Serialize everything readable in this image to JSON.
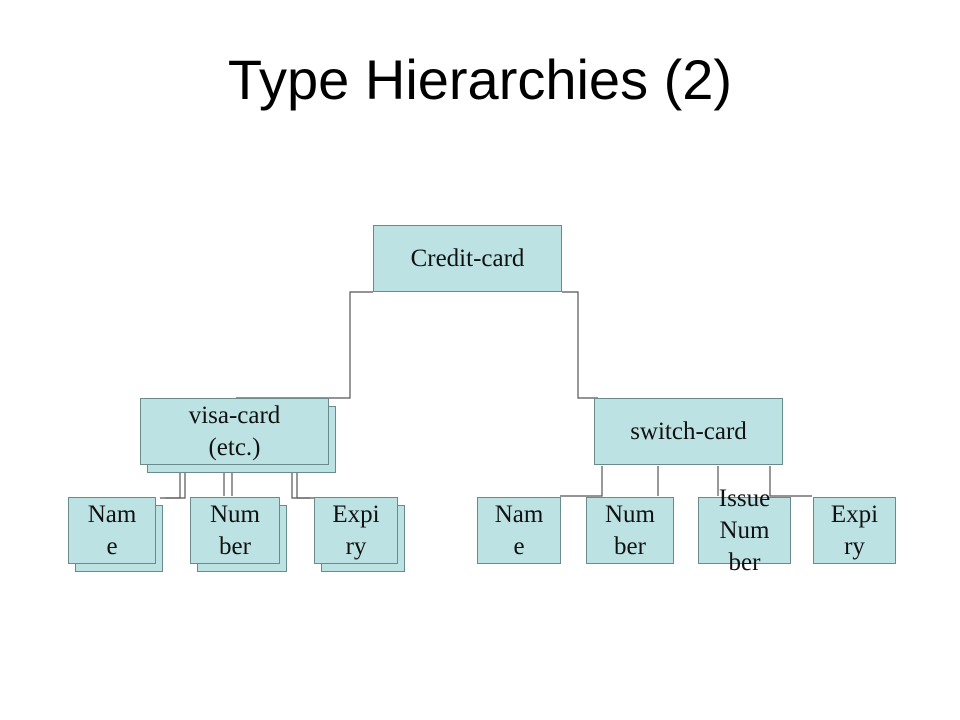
{
  "title": "Type Hierarchies (2)",
  "diagram": {
    "root": "Credit-card",
    "visa_card": "visa-card\n(etc.)",
    "switch_card": "switch-card",
    "visa_children": [
      "Nam\ne",
      "Num\nber",
      "Expi\nry"
    ],
    "switch_children": [
      "Nam\ne",
      "Num\nber",
      "Issue\nNum\nber",
      "Expi\nry"
    ]
  }
}
